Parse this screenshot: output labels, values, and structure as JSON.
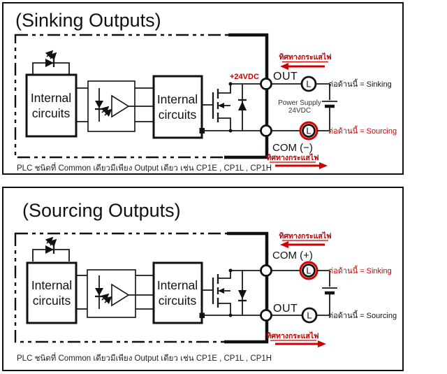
{
  "colors": {
    "accent_red": "#c40000",
    "arrow_red": "#cc0000",
    "ring_red": "#d40000",
    "line_black": "#1a1a1a"
  },
  "panels": [
    {
      "title": "(Sinking Outputs)",
      "caption": "PLC ชนิดที่ Common เดียวมีเพียง Output เดียว เช่น CP1E , CP1L , CP1H",
      "labels": {
        "box1_line1": "Internal",
        "box1_line2": "circuits",
        "box2_line1": "Internal",
        "box2_line2": "circuits",
        "voltage": "+24VDC",
        "terminal_top": "OUT",
        "terminal_bottom": "COM (−)",
        "flow_top": "ทิศทางกระแสไฟ",
        "flow_bottom": "ทิศทางกระแสไฟ",
        "load_top": "L",
        "load_bottom": "L",
        "note_top": "ต่อด้านนี้ = Sinking",
        "note_bottom": "ต่อด้านนี้ = Sourcing",
        "power_supply_line1": "Power Supply",
        "power_supply_line2": "24VDC"
      }
    },
    {
      "title": "(Sourcing Outputs)",
      "caption": "PLC ชนิดที่ Common เดียวมีเพียง Output เดียว เช่น CP1E , CP1L , CP1H",
      "labels": {
        "box1_line1": "Internal",
        "box1_line2": "circuits",
        "box2_line1": "Internal",
        "box2_line2": "circuits",
        "terminal_top": "COM (+)",
        "terminal_bottom": "OUT",
        "flow_top": "ทิศทางกระแสไฟ",
        "flow_bottom": "ทิศทางกระแสไฟ",
        "load_top": "L",
        "load_bottom": "L",
        "note_top": "ต่อด้านนี้ = Sinking",
        "note_bottom": "ต่อด้านนี้ = Sourcing"
      }
    }
  ]
}
